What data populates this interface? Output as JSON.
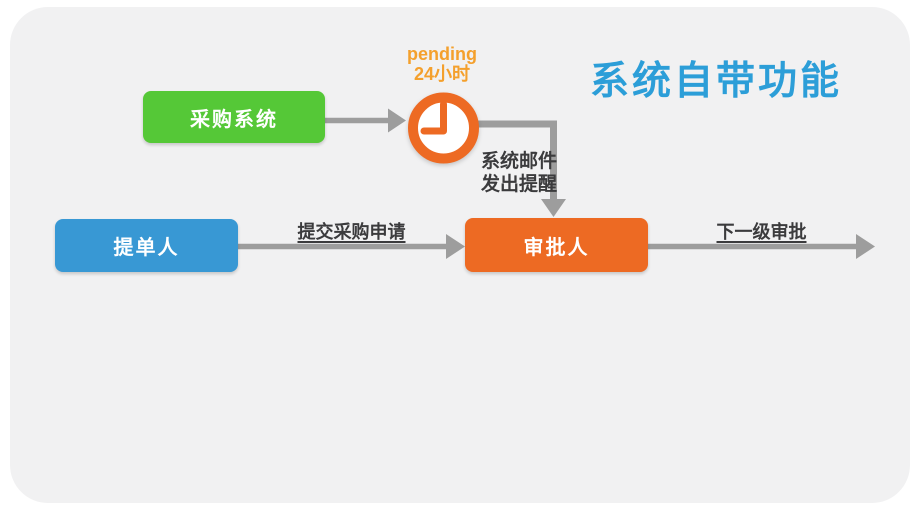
{
  "title": {
    "text": "系统自带功能"
  },
  "colors": {
    "page_bg": "#ffffff",
    "canvas_bg": "#f1f1f2",
    "green": "#55c837",
    "blue": "#3898d4",
    "orange": "#ed6a23",
    "title_blue": "#2c9ed8",
    "pending_orange": "#f4a02d",
    "arrow_gray": "#9d9d9d",
    "text_dark": "#3b3b3d",
    "node_text": "#ffffff"
  },
  "nodes": {
    "purchasing_system": {
      "label": "采购系统"
    },
    "requester": {
      "label": "提单人"
    },
    "approver": {
      "label": "审批人"
    }
  },
  "clock": {
    "pending_line1": "pending",
    "pending_line2": "24小时"
  },
  "edges": {
    "submit_label": "提交采购申请",
    "next_level_label": "下一级审批",
    "reminder_line1": "系统邮件",
    "reminder_line2": "发出提醒"
  }
}
